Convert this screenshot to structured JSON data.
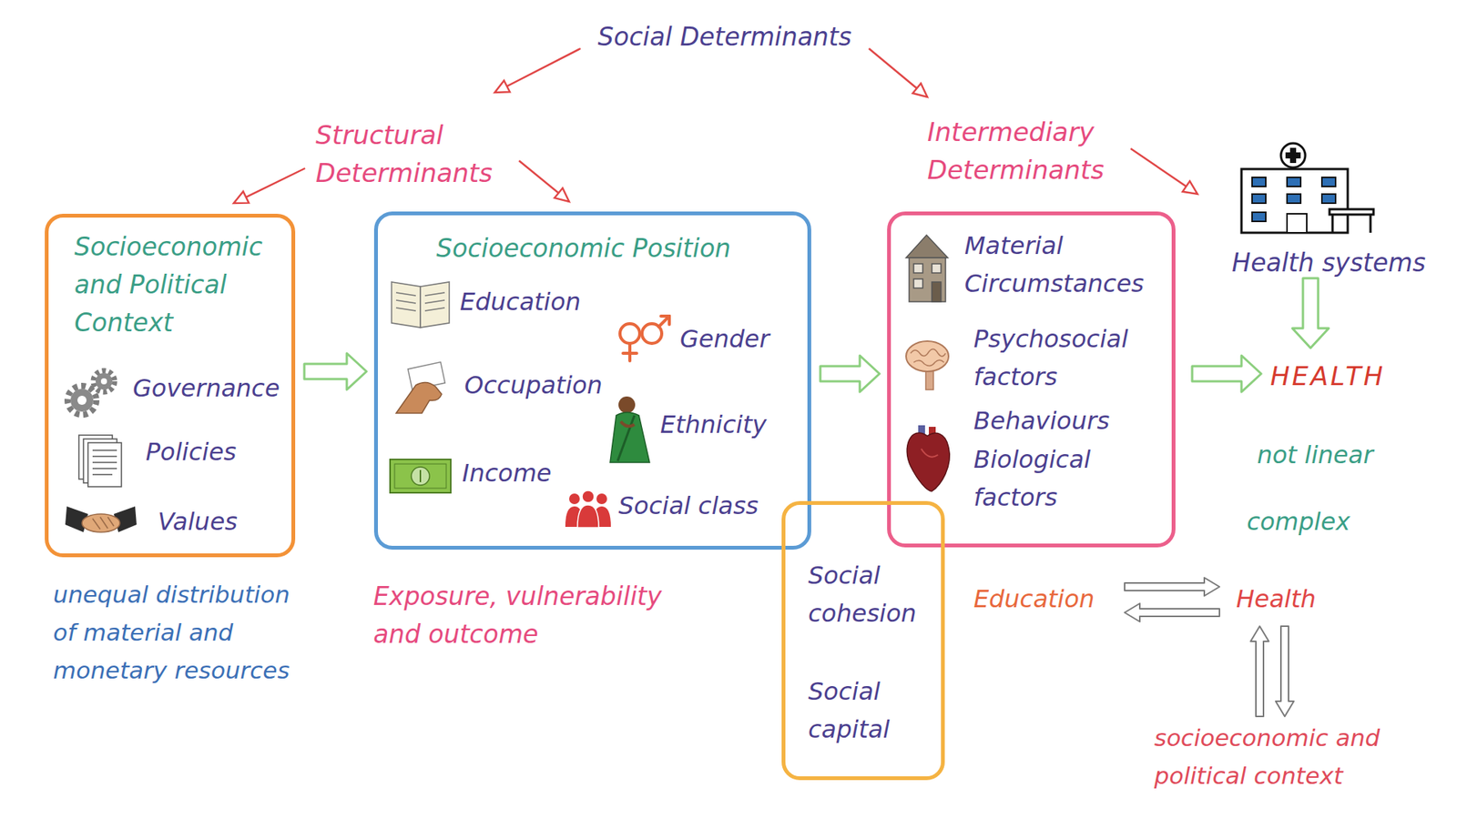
{
  "diagram": {
    "nodes": [
      {
        "text": [
          "Socioeconomic and Political Context",
          "Governance",
          "Policies",
          "Values"
        ]
      },
      {
        "text": [
          "Socioeconomic Position",
          "Education",
          "Gender",
          "Occupation",
          "Ethnicity",
          "Income",
          "Social class"
        ]
      },
      {
        "text": [
          "Material Circumstances",
          "Psychosocial factors",
          "Behaviours",
          "Biological factors"
        ]
      },
      {
        "text": [
          "Social cohesion",
          "Social capital"
        ]
      }
    ],
    "edges": [
      {
        "from": 0,
        "to": 1,
        "arrow": "to"
      },
      {
        "from": 1,
        "to": 2,
        "arrow": "to"
      }
    ],
    "labels": [
      "Social Determinants",
      "Structural Determinants",
      "Intermediary Determinants",
      "Health systems",
      "HEALTH",
      "not linear",
      "complex",
      "unequal distribution of material and monetary resources",
      "Exposure, vulnerability and outcome",
      "Education",
      "Health",
      "socioeconomic and political context"
    ]
  }
}
